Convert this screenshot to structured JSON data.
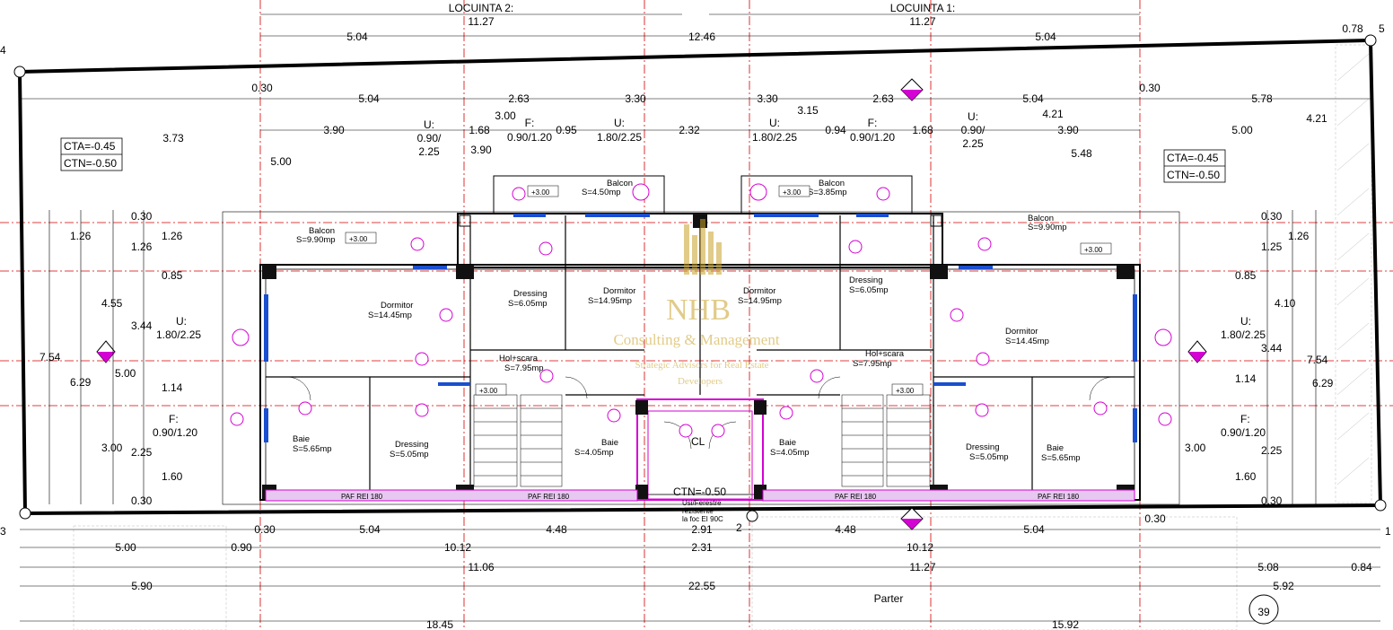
{
  "title": "Parter",
  "sheet_number": "39",
  "corner_labels": {
    "c4": "4",
    "c5": "5",
    "c3": "3",
    "c1": "1",
    "c2": "2"
  },
  "units": {
    "top_left_name": "LOCUINTA 2:",
    "top_left_width": "11.27",
    "top_right_name": "LOCUINTA 1:",
    "top_right_width": "11.27"
  },
  "levels": {
    "left_cta": "CTA=-0.45",
    "left_ctn": "CTN=-0.50",
    "right_cta": "CTA=-0.45",
    "right_ctn": "CTN=-0.50",
    "center_ctn": "CTN=-0.50"
  },
  "rooms_left": {
    "balcon": "Balcon",
    "balcon_area": "S=9.90mp",
    "dormitor": "Dormitor",
    "dormitor_area": "S=14.45mp",
    "baie": "Baie",
    "baie_area": "S=5.65mp",
    "dressing": "Dressing",
    "dressing_area": "S=5.05mp",
    "dressing2": "Dressing",
    "dressing2_area": "S=6.05mp",
    "dormitor2": "Dormitor",
    "dormitor2_area": "S=14.95mp",
    "hol": "Hol+scara",
    "hol_area": "S=7.95mp",
    "baie2": "Baie",
    "baie2_area": "S=4.05mp",
    "balcon2": "Balcon",
    "balcon2_area": "S=4.50mp"
  },
  "rooms_right": {
    "balcon": "Balcon",
    "balcon_area": "S=9.90mp",
    "dormitor": "Dormitor",
    "dormitor_area": "S=14.45mp",
    "baie": "Baie",
    "baie_area": "S=5.65mp",
    "dressing": "Dressing",
    "dressing_area": "S=5.05mp",
    "dressing2": "Dressing",
    "dressing2_area": "S=6.05mp",
    "dormitor2": "Dormitor",
    "dormitor2_area": "S=14.95mp",
    "hol": "Hol+scara",
    "hol_area": "S=7.95mp",
    "baie2": "Baie",
    "baie2_area": "S=4.05mp",
    "balcon2": "Balcon",
    "balcon2_area": "S=3.85mp"
  },
  "center": {
    "cl": "CL",
    "door_note_1": "Usi/Ferestre",
    "door_note_2": "rezistente",
    "door_note_3": "la foc EI 90C"
  },
  "paf": "PAF REI 180",
  "elevations": {
    "e1": "+3.00",
    "e2": "+3.00",
    "e3": "+3.00",
    "e4": "+3.00",
    "e5": "+3.00",
    "e6": "+3.00"
  },
  "watermark": {
    "logo": "NHB",
    "line1": "Consulting & Management",
    "line2": "Strategic Advisors for Real Estate",
    "line3": "Developers"
  },
  "openings": {
    "u1": "U:",
    "u1v": "0.90/",
    "u1v2": "2.25",
    "f1": "F:",
    "f1v": "0.90/1.20",
    "u2": "U:",
    "u2v": "1.80/2.25",
    "u3": "U:",
    "u3v": "1.80/2.25",
    "f2": "F:",
    "f2v": "0.90/1.20",
    "u4": "U:",
    "u4v": "0.90/",
    "u4v2": "2.25",
    "ul": "U:",
    "ulv": "1.80/2.25",
    "fl": "F:",
    "flv": "0.90/1.20",
    "ur": "U:",
    "urv": "1.80/2.25",
    "fr": "F:",
    "frv": "0.90/1.20"
  },
  "dims_top_row1": [
    "5.04",
    "12.46",
    "5.04"
  ],
  "dims_top_row2": [
    "0.30",
    "5.04",
    "2.63",
    "3.30",
    "3.30",
    "2.63",
    "5.04",
    "0.30",
    "5.78"
  ],
  "dims_top_row3": [
    "3.90",
    "1.68",
    "0.95",
    "2.32",
    "0.94",
    "1.68",
    "3.90",
    "5.00"
  ],
  "dims_misc": [
    "3.73",
    "5.00",
    "3.00",
    "3.90",
    "3.15",
    "4.21",
    "4.21",
    "5.48",
    "0.78"
  ],
  "dims_left_outer": [
    "7.54",
    "6.29",
    "4.55",
    "3.00",
    "1.26",
    "0.30",
    "1.26",
    "0.85",
    "3.44",
    "5.00",
    "1.14",
    "2.25",
    "1.60",
    "0.30"
  ],
  "dims_right_outer": [
    "7.54",
    "6.29",
    "4.10",
    "3.00",
    "1.26",
    "0.30",
    "1.25",
    "0.85",
    "3.44",
    "1.14",
    "2.25",
    "1.60",
    "0.30"
  ],
  "dims_bottom_row1": [
    "0.30",
    "5.04",
    "4.48",
    "2.91",
    "4.48",
    "5.04",
    "0.30"
  ],
  "dims_bottom_row2": [
    "5.00",
    "0.90",
    "10.12",
    "2.31",
    "10.12"
  ],
  "dims_bottom_row3": [
    "11.06",
    "11.27",
    "5.08",
    "0.84"
  ],
  "dims_bottom_row4": [
    "5.90",
    "22.55",
    "5.92"
  ],
  "dims_bottom_row5": [
    "18.45",
    "15.92"
  ]
}
